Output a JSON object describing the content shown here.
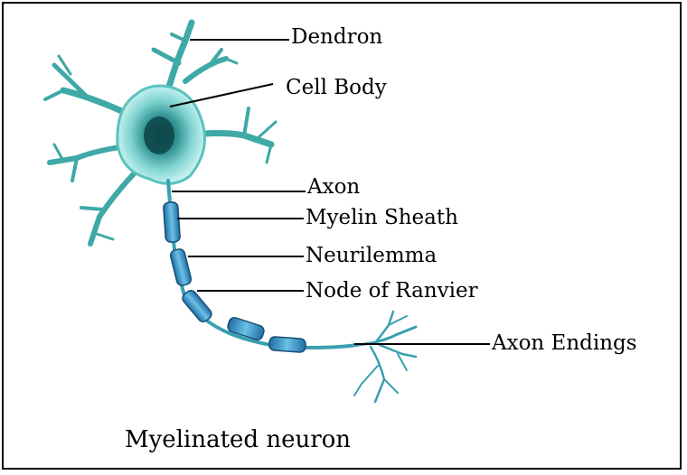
{
  "labels": {
    "dendron": "Dendron",
    "cell_body": "Cell Body",
    "axon": "Axon",
    "myelin_sheath": "Myelin Sheath",
    "neurilemma": "Neurilemma",
    "node_of_ranvier": "Node of Ranvier",
    "axon_endings": "Axon Endings"
  },
  "caption": "Myelinated neuron",
  "colors": {
    "neuron_light": "#bff0ef",
    "neuron_mid": "#4fb9b5",
    "neuron_dark": "#0f5a5a",
    "myelin": "#2f8fc4",
    "line": "#000000"
  }
}
